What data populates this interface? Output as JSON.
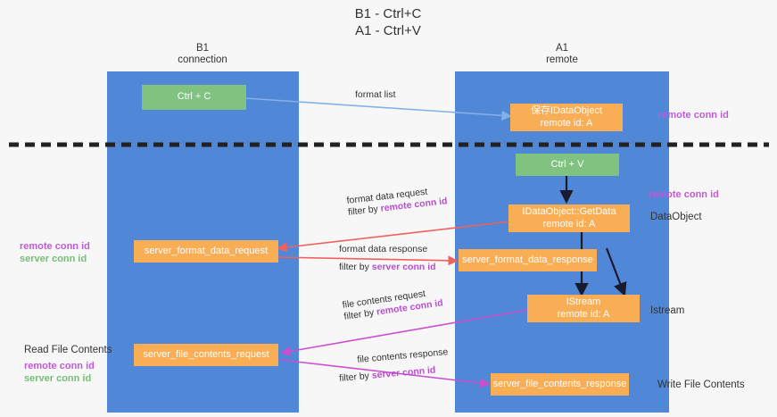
{
  "title": {
    "line1": "B1 - Ctrl+C",
    "line2": "A1 - Ctrl+V"
  },
  "columns": [
    {
      "name": "B1",
      "role": "connection"
    },
    {
      "name": "A1",
      "role": "remote"
    }
  ],
  "nodes": {
    "ctrl_c": {
      "label": "Ctrl + C",
      "color": "#80c280"
    },
    "save_idataobject": {
      "line1": "保存IDataObject",
      "line2": "remote id: A",
      "color": "#f9ad54"
    },
    "ctrl_v": {
      "label": "Ctrl + V",
      "color": "#80c280"
    },
    "getdata": {
      "line1": "IDataObject::GetData",
      "line2": "remote id: A",
      "color": "#f9ad54"
    },
    "server_format_data_request": {
      "label": "server_format_data_request",
      "color": "#f9ad54"
    },
    "server_format_data_response": {
      "label": "server_format_data_response",
      "color": "#f9ad54"
    },
    "istream": {
      "line1": "IStream",
      "line2": "remote id: A",
      "color": "#f9ad54"
    },
    "server_file_contents_request": {
      "label": "server_file_contents_request",
      "color": "#f9ad54"
    },
    "server_file_contents_response": {
      "label": "server_file_contents_response",
      "color": "#f9ad54"
    }
  },
  "edges": {
    "format_list": {
      "label": "format list"
    },
    "format_data_request": {
      "label": "format data request",
      "filter_prefix": "filter by ",
      "filter_key": "remote conn id"
    },
    "format_data_response": {
      "label": "format data response",
      "filter_prefix": "filter by ",
      "filter_key": "server conn id"
    },
    "file_contents_request": {
      "label": "file contents request",
      "filter_prefix": "filter by ",
      "filter_key": "remote conn id"
    },
    "file_contents_response": {
      "label": "file contents response",
      "filter_prefix": "filter by ",
      "filter_key": "server conn id"
    }
  },
  "right_labels": {
    "remote_conn_id_top": "remote conn id",
    "remote_conn_id_mid": "remote conn id",
    "dataobject": "DataObject",
    "istream": "Istream",
    "write_file_contents": "Write File Contents"
  },
  "left_labels": {
    "mid_remote": "remote conn id",
    "mid_server": "server conn id",
    "read_file_contents": "Read File Contents",
    "bot_remote": "remote conn id",
    "bot_server": "server conn id"
  },
  "colors": {
    "lane": "#5087d6",
    "orange": "#f9ad54",
    "green": "#80c280",
    "purple": "#c05ad8",
    "green_text": "#76bd76",
    "arrow_blue": "#7fb2e5",
    "arrow_red": "#f0615d",
    "arrow_magenta": "#cc4fd0",
    "arrow_black": "#1a1a2e",
    "divider": "#222222",
    "background": "#f7f7f7"
  }
}
